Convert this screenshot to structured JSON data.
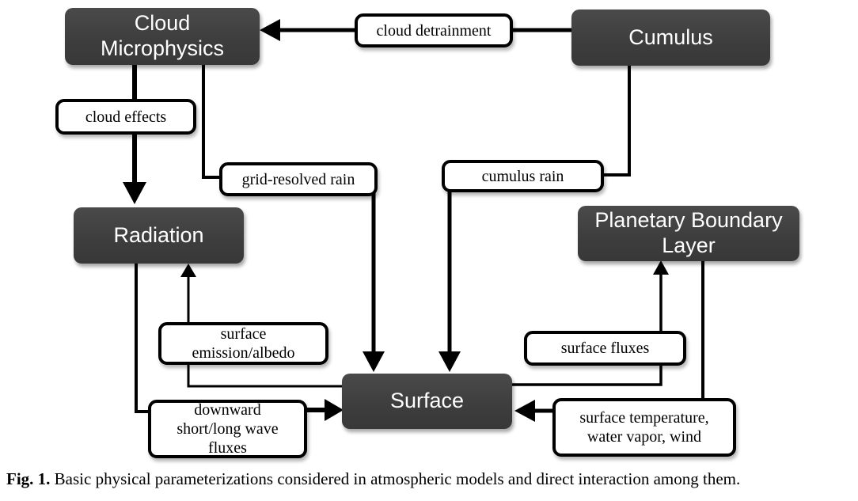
{
  "figure": {
    "nodes": {
      "cloud_microphysics": [
        "Cloud",
        "Microphysics"
      ],
      "cumulus": "Cumulus",
      "radiation": "Radiation",
      "planetary_boundary_layer": [
        "Planetary Boundary",
        "Layer"
      ],
      "surface": "Surface"
    },
    "edge_labels": {
      "cloud_detrainment": "cloud detrainment",
      "cloud_effects": "cloud effects",
      "grid_resolved_rain": "grid-resolved rain",
      "cumulus_rain": "cumulus rain",
      "surface_emission_albedo": [
        "surface",
        "emission/albedo"
      ],
      "surface_fluxes": "surface fluxes",
      "downward_fluxes": [
        "downward",
        "short/long wave",
        "fluxes"
      ],
      "surface_temperature": [
        "surface temperature,",
        "water vapor, wind"
      ]
    },
    "connections": [
      {
        "from": "Cumulus",
        "to": "Cloud Microphysics",
        "label": "cloud detrainment"
      },
      {
        "from": "Cloud Microphysics",
        "to": "Radiation",
        "label": "cloud effects"
      },
      {
        "from": "Cloud Microphysics",
        "to": "Surface",
        "label": "grid-resolved rain"
      },
      {
        "from": "Cumulus",
        "to": "Surface",
        "label": "cumulus rain"
      },
      {
        "from": "Surface",
        "to": "Radiation",
        "label": "surface emission/albedo"
      },
      {
        "from": "Radiation",
        "to": "Surface",
        "label": "downward short/long wave fluxes"
      },
      {
        "from": "Surface",
        "to": "Planetary Boundary Layer",
        "label": "surface fluxes"
      },
      {
        "from": "Planetary Boundary Layer",
        "to": "Surface",
        "label": "surface temperature, water vapor, wind"
      }
    ],
    "colors": {
      "node_fill": "#3f3f3f",
      "node_text": "#ffffff",
      "label_box_fill": "#ffffff",
      "label_box_border": "#000000",
      "arrow": "#000000",
      "background": "#ffffff"
    }
  },
  "caption": {
    "prefix": "Fig. 1.",
    "text": " Basic physical parameterizations considered in atmospheric models and direct interaction among them."
  }
}
